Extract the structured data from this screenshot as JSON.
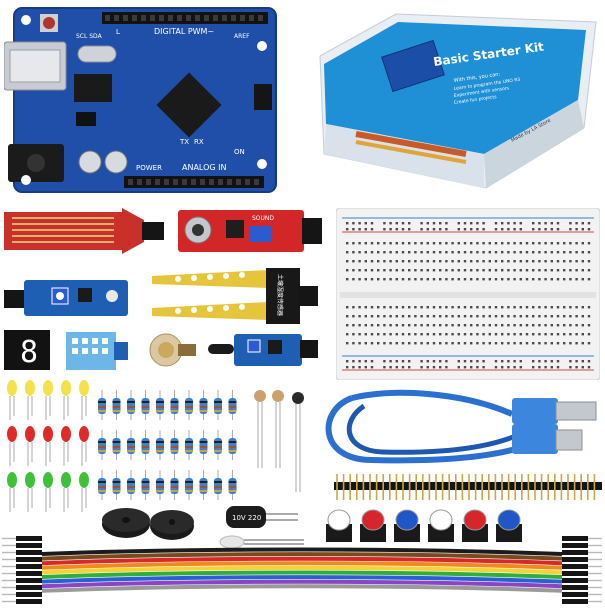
{
  "board": {
    "label_digital": "DIGITAL PWM~",
    "label_analog": "ANALOG IN",
    "label_power": "POWER",
    "label_scl": "SCL SDA",
    "label_tx": "TX",
    "label_rx": "RX",
    "label_on": "ON",
    "label_l": "L",
    "label_aref": "AREF"
  },
  "kit_box": {
    "title": "Basic Starter Kit",
    "line1": "With this, you can:",
    "line2": "Learn to program the UNO R3",
    "line3": "Experiment with sensors",
    "line4": "Create fun projects",
    "footer": "Made by LA Store"
  },
  "sensors": {
    "sound_label": "SOUND",
    "soil_label": "土壤湿度传感器",
    "seg_digit": "8"
  },
  "capacitor_label": "10V 220",
  "colors": {
    "pcb_blue": "#1f4fa8",
    "module_red": "#d32626",
    "module_blue": "#1e5fb4",
    "cable_blue": "#2b6fd0",
    "breadboard": "#f2f2f2"
  }
}
